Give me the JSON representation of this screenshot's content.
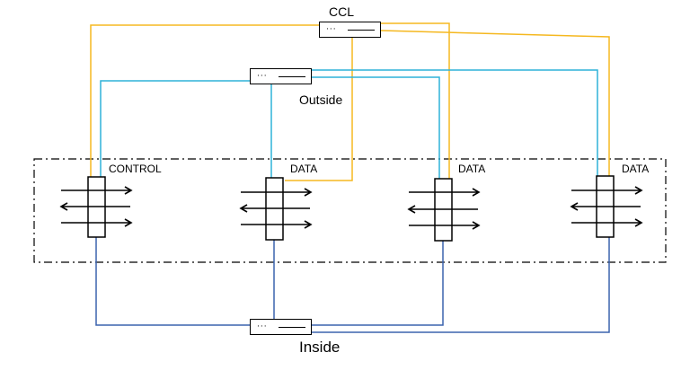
{
  "labels": {
    "ccl": "CCL",
    "outside": "Outside",
    "inside": "Inside",
    "node1": "CONTROL",
    "node2": "DATA",
    "node3": "DATA",
    "node4": "DATA"
  },
  "colors": {
    "ccl_link": "#F5B820",
    "outside_link": "#2EB2D9",
    "inside_link": "#3B63AE",
    "outline": "#000000"
  }
}
